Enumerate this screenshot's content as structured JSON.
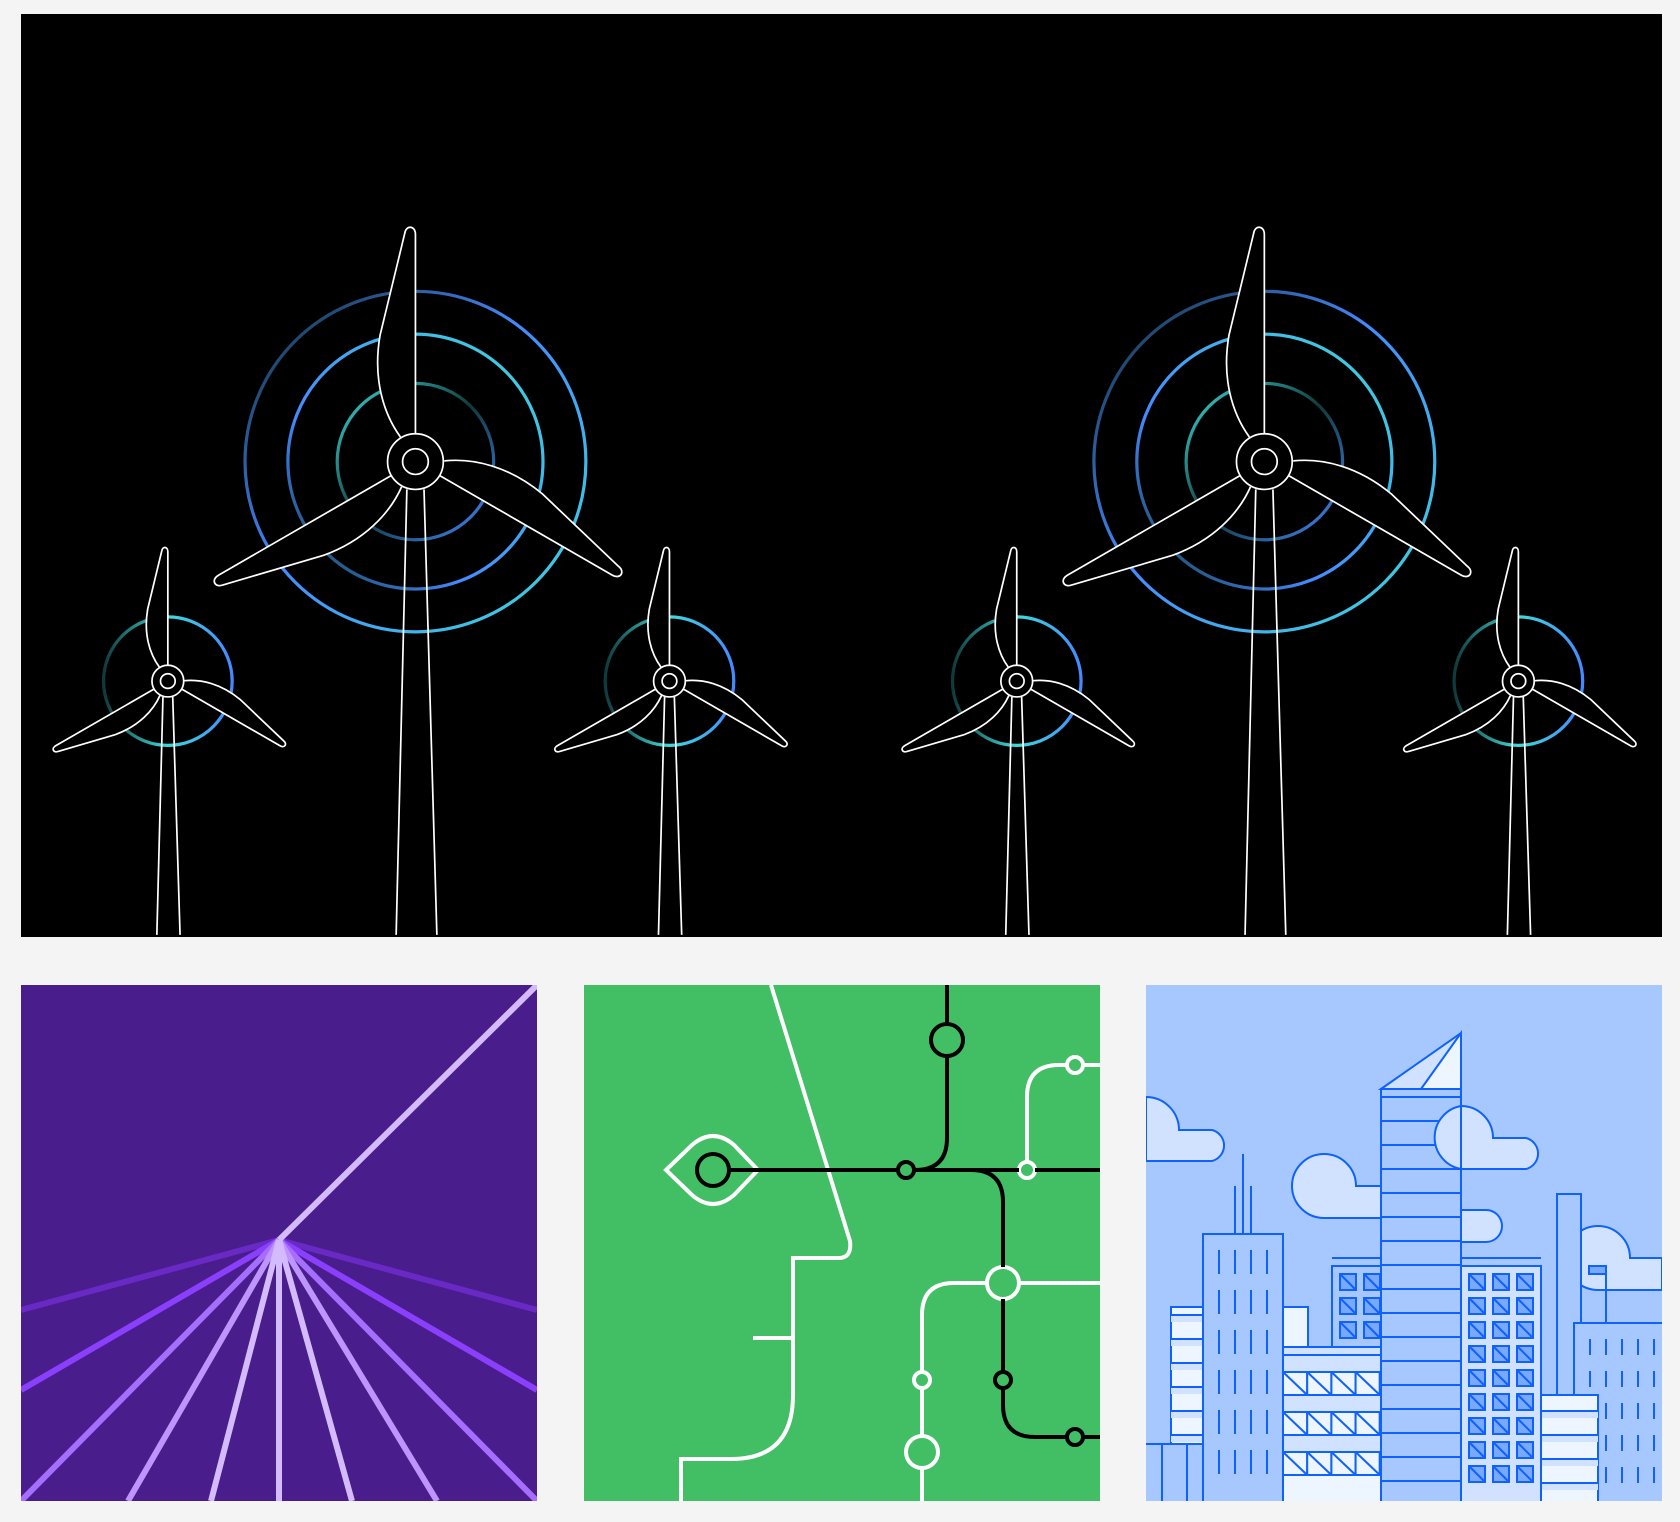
{
  "hero": {
    "subject": "wind-turbines",
    "colors": {
      "background": "#000000",
      "line": "#ffffff",
      "blue": "#4589ff",
      "cyan": "#3ddbd9",
      "dark_teal": "#0f3a3c"
    }
  },
  "tiles": [
    {
      "subject": "light-rays",
      "colors": {
        "background": "#491d8b",
        "ray_dark": "#6929c4",
        "ray_bright": "#8a3ffc",
        "ray_mid": "#a56eff",
        "ray_light": "#be95ff",
        "ray_lightest": "#d4bbff"
      }
    },
    {
      "subject": "head-network",
      "colors": {
        "background": "#42be65",
        "line_white": "#ffffff",
        "line_black": "#000000"
      }
    },
    {
      "subject": "city-skyline",
      "colors": {
        "background": "#a6c8ff",
        "stroke": "#0f62fe",
        "fill_light": "#d0e2ff",
        "fill_lightest": "#edf5ff",
        "fill_window": "#78a9ff"
      }
    }
  ]
}
